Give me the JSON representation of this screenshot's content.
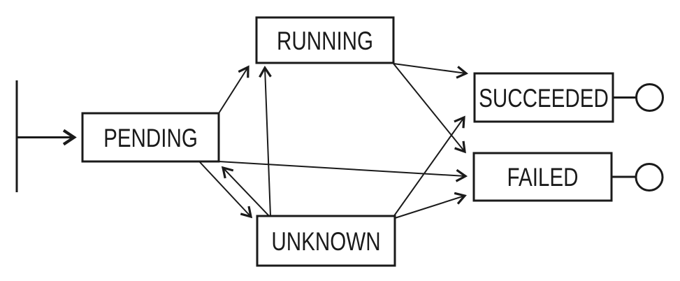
{
  "diagram": {
    "type": "state-machine",
    "background_color": "#ffffff",
    "line_color": "#1a1a1a",
    "nodes": {
      "start": {
        "label": "",
        "kind": "initial-bar"
      },
      "pending": {
        "label": "PENDING",
        "kind": "state"
      },
      "running": {
        "label": "RUNNING",
        "kind": "state"
      },
      "unknown": {
        "label": "UNKNOWN",
        "kind": "state"
      },
      "succeeded": {
        "label": "SUCCEEDED",
        "kind": "terminal-state"
      },
      "failed": {
        "label": "FAILED",
        "kind": "terminal-state"
      }
    },
    "transitions": [
      {
        "from": "start",
        "to": "pending"
      },
      {
        "from": "pending",
        "to": "running"
      },
      {
        "from": "pending",
        "to": "unknown"
      },
      {
        "from": "pending",
        "to": "failed"
      },
      {
        "from": "unknown",
        "to": "pending"
      },
      {
        "from": "unknown",
        "to": "running"
      },
      {
        "from": "unknown",
        "to": "succeeded"
      },
      {
        "from": "unknown",
        "to": "failed"
      },
      {
        "from": "running",
        "to": "succeeded"
      },
      {
        "from": "running",
        "to": "failed"
      }
    ]
  }
}
